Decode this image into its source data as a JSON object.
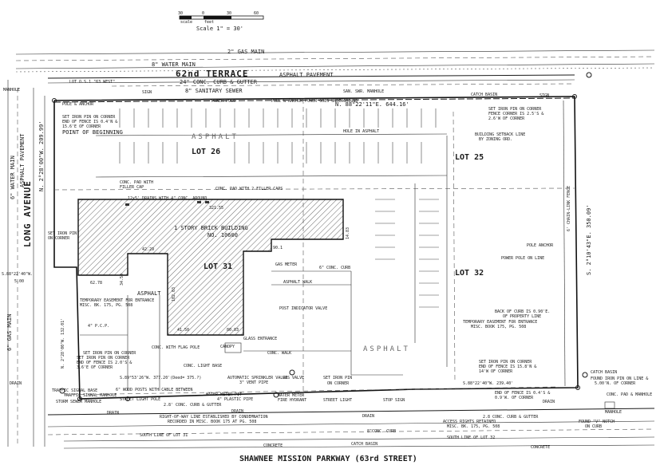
{
  "scale": {
    "ticks": [
      "30",
      "0",
      "30",
      "60"
    ],
    "sub_ticks": [
      "scale",
      "feet"
    ],
    "label": "Scale    1\" = 30'"
  },
  "streets": {
    "north": "62nd   TERRACE",
    "north_suffix": "ASPHALT PAVEMENT",
    "west": "LONG AVENUE",
    "west_suffix": "ASPHALT PAVEMENT",
    "south": "SHAWNEE MISSION PARKWAY (63rd STREET)"
  },
  "lots": [
    "LOT 26",
    "LOT 25",
    "LOT 31",
    "LOT 32"
  ],
  "building": {
    "name": "1 STORY BRICK BUILDING",
    "number": "NO. 10600",
    "dimensions": [
      "321.55",
      "42.29",
      "62.78",
      "34.50",
      "102.03",
      "41.50",
      "80.03",
      "14.83",
      "90.1"
    ]
  },
  "bearings": {
    "north": "N. 88°22'11\"E.   644.16'",
    "west": "N. 2°28'00\"W.   209.99'",
    "west_jog": [
      "S.88°22'40\"W.",
      "5.00"
    ],
    "west_lower": "N. 2°28'00\"W.  132.01'",
    "south_west": "S.89°53'26\"W.  377.20'(Deed= 375.?)",
    "south_east": "S.88°22'40\"W.  239.40'",
    "east": "S. 2°10'43\"E.   350.09'"
  },
  "asphalt_labels": [
    "ASPHALT",
    "ASPHALT",
    "ASPHALT",
    "ASPHALT WALK"
  ],
  "utilities": {
    "gas_main_top": "2\" GAS MAIN",
    "water_main_top": "8\" WATER MAIN",
    "curb_top": "24\" CONC. CURB & GUTTER",
    "sanitary_sewer": "8\" SANITARY SEWER",
    "san_manhole": "SAN. SWR. MANHOLE",
    "catch_basin": "CATCH BASIN",
    "water_main_west": "6\" WATER MAIN",
    "gas_main_west": "6\" GAS MAIN",
    "sign": "SIGN",
    "manhole": "MANHOLE",
    "drain": "DRAIN",
    "concrete": "CONCRETE",
    "conc_curb": "8\"CONC. CURB",
    "south_line_31": "SOUTH LINE OF LOT 31",
    "south_line_32": "SOUTH LINE OF LOT 32"
  },
  "notes": [
    "LOT O.S.1 \"63 WEST\"",
    "POLE & ANCHOR",
    "POWER POLE",
    "POLE & ANCHOR  POWER GOES UNDERGROUND",
    "SET IRON PIN ON CORNER",
    "END OF FENCE IS 0.4'N &",
    "15.6'E OF CORNER",
    "POINT OF BEGINNING",
    "HOLE IN ASPHALT",
    "SET IRON PIN ON CORNER",
    "FENCE CORNER IS 2.5'S &",
    "2.6'W OF CORNER",
    "BUILDING SETBACK LINE",
    "BY ZONING ORD.",
    "CONC. PAD WITH",
    "FILLER CAP",
    "CONC. PAD WITH 2 FILLER CAPS",
    "12x5' DRAINS WITH 4\" CONC. AROUND",
    "6' CHAIN-LINK FENCE",
    "POLE ANCHOR",
    "POWER POLE ON LINE",
    "GAS METER",
    "6\" CONC. CURB",
    "POST INDICATOR VALVE",
    "TEMPORARY EASEMENT FOR ENTRANCE",
    "MISC. BK. 175, PG. 508",
    "BACK OF CURB IS 0.90'E.",
    "OF PROPERTY LINE",
    "TEMPORARY EASEMENT FOR ENTRANCE",
    "MISC. BOOK 175, PG. 508",
    "4\" P.C.P.",
    "SET IRON PIN ON CORNER",
    "GLASS ENTRANCE",
    "CANOPY",
    "CONC. WALK",
    "CONC. WITH FLAG POLE",
    "CONC. LIGHT BASE",
    "SET IRON PIN ON CORNER",
    "END OF FENCE IS 2.0'S &",
    "3.6'E OF CORNER",
    "AUTOMATIC SPRINKLER VALVE",
    "3\" VENT PIPE",
    "GAS VALVE",
    "6\" WOOD POSTS WITH CABLE BETWEEN",
    "STREET LIGHT POLE",
    "STORM SEWER MANHOLE",
    "TRAFFIC SIGNAL MANHOLE",
    "TRAFFIC SIGNAL BASE",
    "WATER METER PIT",
    "4\" PLASTIC PIPE",
    "WATER METER",
    "FIRE HYDRANT",
    "2.8' CONC. CURB & GUTTER",
    "SET IRON PIN",
    "ON CORNER",
    "STREET LIGHT",
    "STOP SIGN",
    "SET IRON PIN ON CORNER",
    "END OF FENCE IS 15.8'N &",
    "14'W OF CORNER",
    "END OF FENCE IS 0.4'S &",
    "0.9'W. OF CORNER",
    "2.8 CONC. CURB & GUTTER",
    "ACCESS RIGHTS RETAINED",
    "MISC. BK. 175, PG. 508",
    "CATCH BASIN",
    "FOUND IRON PIN ON LINE &",
    "5.00'N. OF CORNER",
    "CONC. PAD & MANHOLE",
    "FOUND \"V\" NOTCH",
    "ON CURB",
    "RIGHT-OF-WAY LINE ESTABLISHED BY CONDEMNATION",
    "RECORDED IN MISC. BOOK 175 AT PG. 508",
    "SET IRON PIN",
    "ON CORNER"
  ]
}
